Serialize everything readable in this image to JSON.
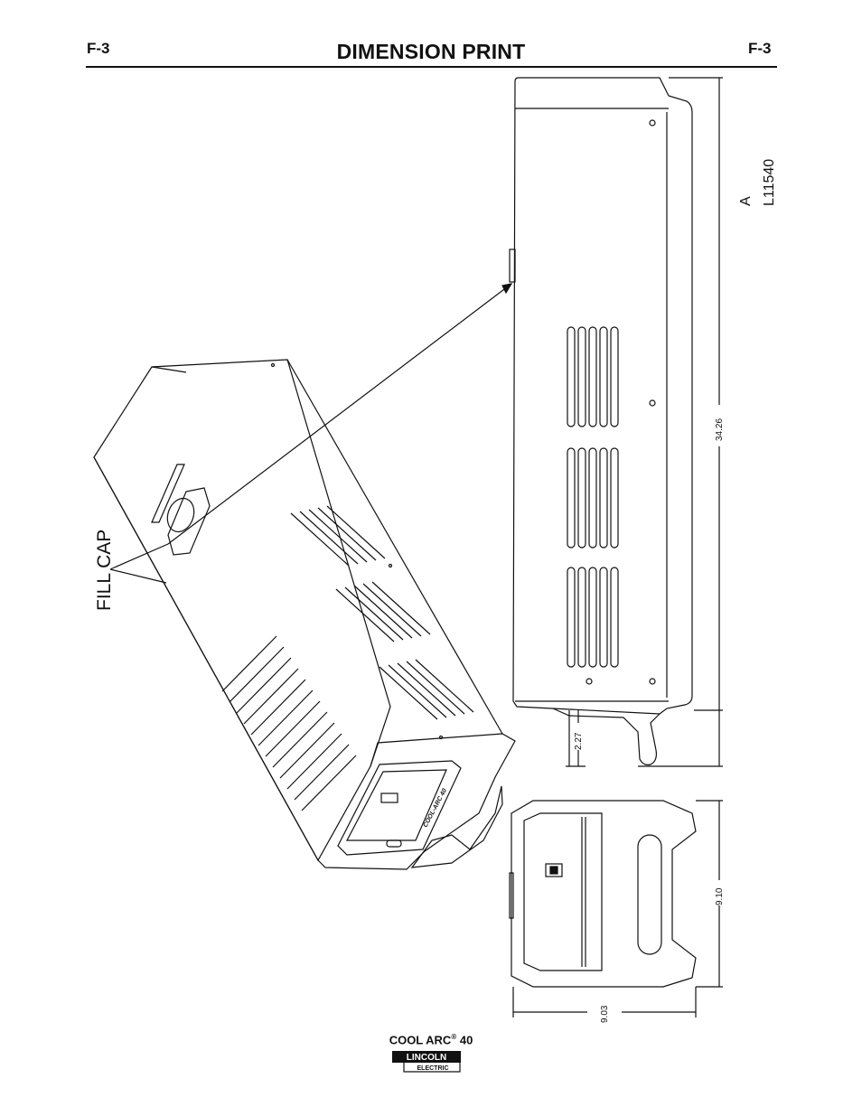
{
  "header": {
    "left_code": "F-3",
    "title": "DIMENSION PRINT",
    "right_code": "F-3"
  },
  "drawing": {
    "callout_label": "FILL CAP",
    "drawing_number": "L11540",
    "revision": "A",
    "unit_label": "COOL-ARC 40",
    "dimensions": {
      "length": "34.26",
      "foot_height": "2.27",
      "height": "9.10",
      "width": "9.03"
    }
  },
  "footer": {
    "model_name": "COOL ARC",
    "registered_mark": "®",
    "model_number": "40",
    "brand_top": "LINCOLN",
    "brand_bottom": "ELECTRIC"
  }
}
